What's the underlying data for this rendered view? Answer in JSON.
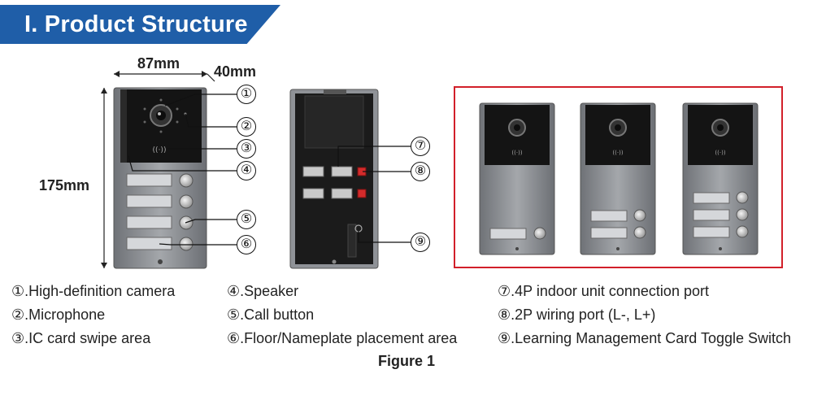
{
  "title": "I. Product Structure",
  "dimensions": {
    "width": "87mm",
    "depth": "40mm",
    "height": "175mm"
  },
  "callouts": [
    "①",
    "②",
    "③",
    "④",
    "⑤",
    "⑥",
    "⑦",
    "⑧",
    "⑨"
  ],
  "legend": {
    "col1": [
      "①.High-definition camera",
      "②.Microphone",
      "③.IC card swipe area"
    ],
    "col2": [
      "④.Speaker",
      "⑤.Call button",
      "⑥.Floor/Nameplate placement area"
    ],
    "col3": [
      "⑦.4P indoor unit connection port",
      "⑧.2P wiring port (L-, L+)",
      "⑨.Learning Management Card Toggle Switch"
    ]
  },
  "caption": "Figure 1",
  "colors": {
    "banner": "#1f5ea8",
    "highlight_box": "#d2202a",
    "panel": "#8a8d92",
    "camera_block": "#151515"
  }
}
